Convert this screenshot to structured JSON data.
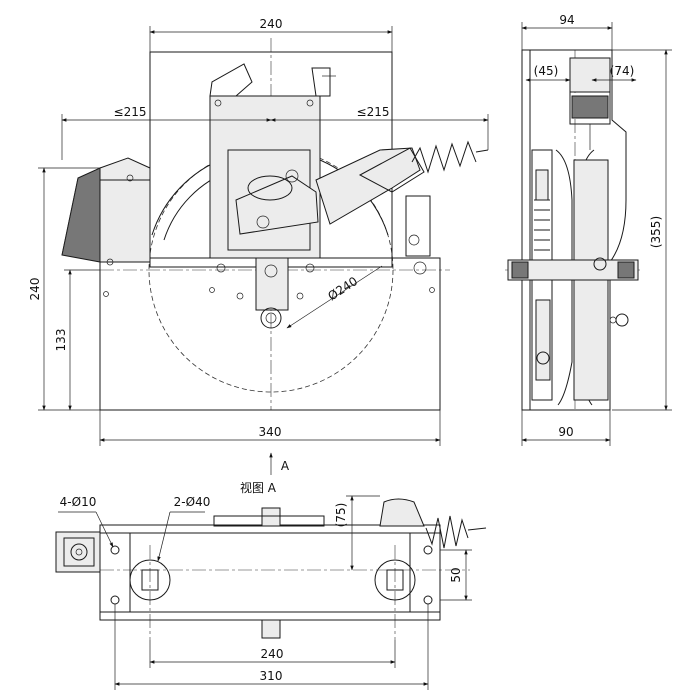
{
  "front_view": {
    "width_top": "240",
    "reach_left": "≤215",
    "reach_right": "≤215",
    "height_total": "240",
    "height_axle": "133",
    "wheel_diameter": "Ø240",
    "width_base": "340"
  },
  "side_view": {
    "width_top": "94",
    "offset_left": "(45)",
    "offset_right": "(74)",
    "height_total": "(355)",
    "width_base": "90"
  },
  "view_a": {
    "arrow_label": "A",
    "title": "视图 A",
    "holes_small": "4-Ø10",
    "holes_large": "2-Ø40",
    "height_offset": "(75)",
    "depth": "50",
    "hole_spacing": "240",
    "width_total": "310"
  }
}
